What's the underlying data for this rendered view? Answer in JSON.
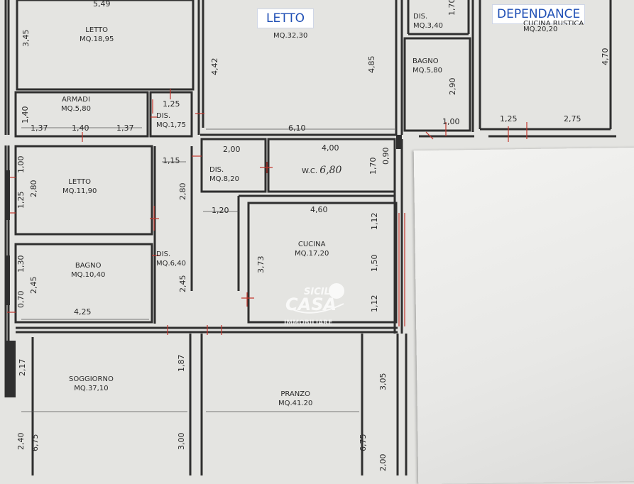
{
  "tags": {
    "letto": "LETTO",
    "dependance": "DEPENDANCE"
  },
  "rooms": {
    "letto_1": {
      "name": "LETTO",
      "area": "MQ.18,95"
    },
    "letto_main": {
      "area": "MQ.32,30"
    },
    "dis_top": {
      "name": "DIS.",
      "area": "MQ.3,40"
    },
    "cucina_dep": {
      "partial": "CUCINA RUSTICA",
      "area": "MQ.20,20"
    },
    "armadi": {
      "name": "ARMADI",
      "area": "MQ.5,80"
    },
    "bagno_dep": {
      "name": "BAGNO",
      "area": "MQ.5,80"
    },
    "dis_1": {
      "name": "DIS.",
      "area": "MQ.1,75"
    },
    "letto_2": {
      "name": "LETTO",
      "area": "MQ.11,90"
    },
    "dis_2": {
      "name": "DIS.",
      "area": "MQ.8,20"
    },
    "wc": {
      "name": "W.C.",
      "area": "6,80"
    },
    "cucina": {
      "name": "CUCINA",
      "area": "MQ.17,20"
    },
    "bagno": {
      "name": "BAGNO",
      "area": "MQ.10,40"
    },
    "dis_3": {
      "name": "DIS.",
      "area": "MQ.6,40"
    },
    "soggiorno": {
      "name": "SOGGIORNO",
      "area": "MQ.37,10"
    },
    "pranzo": {
      "name": "PRANZO",
      "area": "MQ.41.20"
    }
  },
  "dimensions": {
    "d549": "5,49",
    "d345": "3,45",
    "d442": "4,42",
    "d485": "4,85",
    "d170a": "1,70",
    "d290": "2,90",
    "d470": "4,70",
    "d140v": "1,40",
    "d125a": "1,25",
    "d137a": "1,37",
    "d140h": "1,40",
    "d137b": "1,37",
    "d610": "6,10",
    "d100a": "1,00",
    "d125b": "1,25",
    "d275": "2,75",
    "d200a": "2,00",
    "d400": "4,00",
    "d090": "0,90",
    "d170b": "1,70",
    "d115": "1,15",
    "d100b": "1,00",
    "d280a": "2,80",
    "d125c": "1,25",
    "d280b": "2,80",
    "d120": "1,20",
    "d460": "4,60",
    "d112a": "1,12",
    "d373": "3,73",
    "d150": "1,50",
    "d130": "1,30",
    "d245a": "2,45",
    "d245b": "2,45",
    "d070": "0,70",
    "d112b": "1,12",
    "d425": "4,25",
    "d217": "2,17",
    "d187": "1,87",
    "d305": "3,05",
    "d240": "2,40",
    "d675a": "6,75",
    "d300": "3,00",
    "d675b": "6,75",
    "d200b": "2,00"
  },
  "watermark": {
    "line1": "SICIL",
    "line2": "CASA",
    "line3": "IMMOBILIARE",
    "color": "#ffffff"
  },
  "colors": {
    "wall": "#2f2f2f",
    "door": "#c2362c",
    "paper": "#e4e4e1",
    "tag_text": "#1f4fb5"
  }
}
